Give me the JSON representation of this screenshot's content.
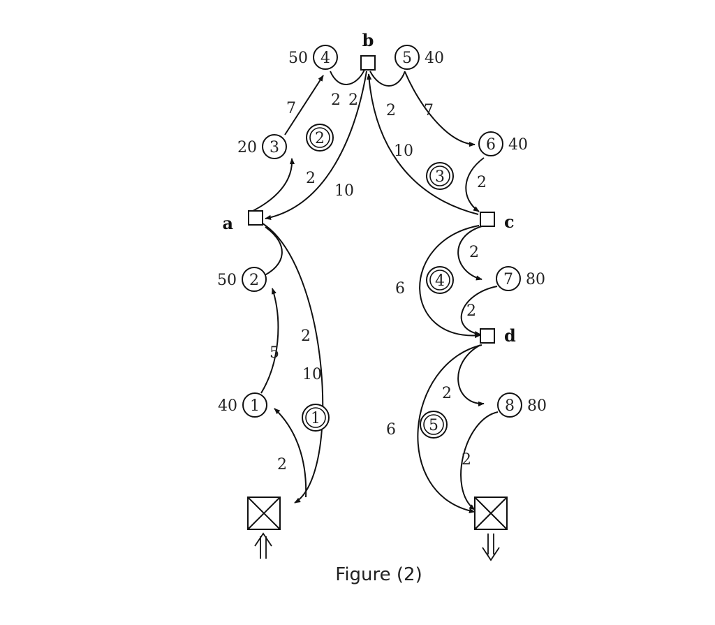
{
  "caption": "Figure (2)",
  "points": {
    "a": {
      "label": "a"
    },
    "b": {
      "label": "b"
    },
    "c": {
      "label": "c"
    },
    "d": {
      "label": "d"
    }
  },
  "nodes": [
    {
      "id": "1",
      "value": "40"
    },
    {
      "id": "2",
      "value": "50"
    },
    {
      "id": "3",
      "value": "20"
    },
    {
      "id": "4",
      "value": "50"
    },
    {
      "id": "5",
      "value": "40"
    },
    {
      "id": "6",
      "value": "40"
    },
    {
      "id": "7",
      "value": "80"
    },
    {
      "id": "8",
      "value": "80"
    }
  ],
  "stations": [
    "1",
    "2",
    "3",
    "4",
    "5"
  ],
  "edge_labels": [
    "2",
    "5",
    "2",
    "10",
    "2",
    "7",
    "2",
    "2",
    "10",
    "2",
    "7",
    "10",
    "2",
    "2",
    "2",
    "6",
    "2",
    "6",
    "2"
  ]
}
